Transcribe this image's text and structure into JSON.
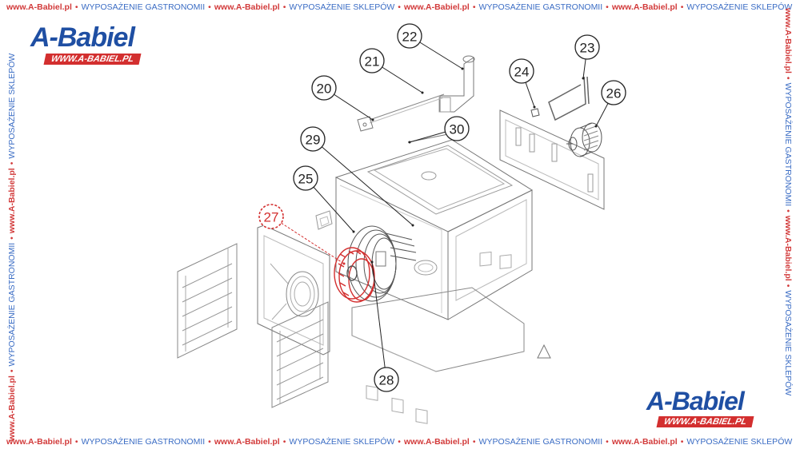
{
  "watermark": {
    "top": [
      "www.A-Babiel.pl",
      "WYPOSAŻENIE GASTRONOMII",
      "www.A-Babiel.pl",
      "WYPOSAŻENIE SKLEPÓW",
      "www.A-Babiel.pl",
      "WYPOSAŻENIE GASTRONOMII",
      "www.A-Babiel.pl",
      "WYPOSAŻENIE SKLEPÓW"
    ],
    "bottom": [
      "www.A-Babiel.pl",
      "WYPOSAŻENIE GASTRONOMII",
      "www.A-Babiel.pl",
      "WYPOSAŻENIE SKLEPÓW",
      "www.A-Babiel.pl",
      "WYPOSAŻENIE GASTRONOMII",
      "www.A-Babiel.pl",
      "WYPOSAŻENIE SKLEPÓW"
    ],
    "left": [
      "www.A-Babiel.pl",
      "WYPOSAŻENIE GASTRONOMII",
      "www.A-Babiel.pl",
      "WYPOSAŻENIE SKLEPÓW"
    ],
    "right": [
      "www.A-Babiel.pl",
      "WYPOSAŻENIE GASTRONOMII",
      "www.A-Babiel.pl",
      "WYPOSAŻENIE SKLEPÓW"
    ]
  },
  "logo": {
    "name": "A-Babiel",
    "url": "WWW.A-BABIEL.PL"
  },
  "callouts": [
    {
      "label": "20",
      "highlight": false
    },
    {
      "label": "21",
      "highlight": false
    },
    {
      "label": "22",
      "highlight": false
    },
    {
      "label": "23",
      "highlight": false
    },
    {
      "label": "24",
      "highlight": false
    },
    {
      "label": "25",
      "highlight": false
    },
    {
      "label": "26",
      "highlight": false
    },
    {
      "label": "27",
      "highlight": true
    },
    {
      "label": "28",
      "highlight": false
    },
    {
      "label": "29",
      "highlight": false
    },
    {
      "label": "30",
      "highlight": false
    }
  ],
  "colors": {
    "highlight": "#d32f2f",
    "line": "#555555",
    "site": "#d23a3a",
    "category": "#3a6cc4",
    "brand": "#1f4fa3"
  }
}
